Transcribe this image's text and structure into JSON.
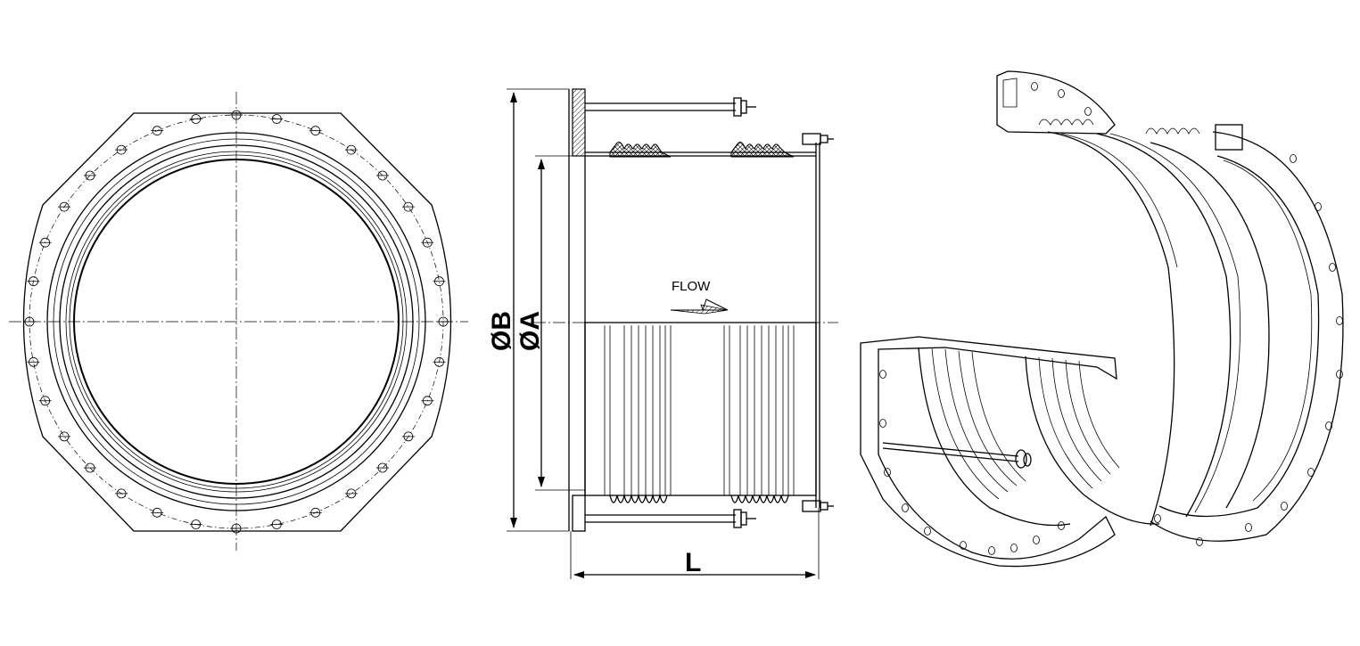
{
  "labels": {
    "dim_b": "ØB",
    "dim_a": "ØA",
    "dim_l": "L",
    "flow": "FLOW"
  }
}
